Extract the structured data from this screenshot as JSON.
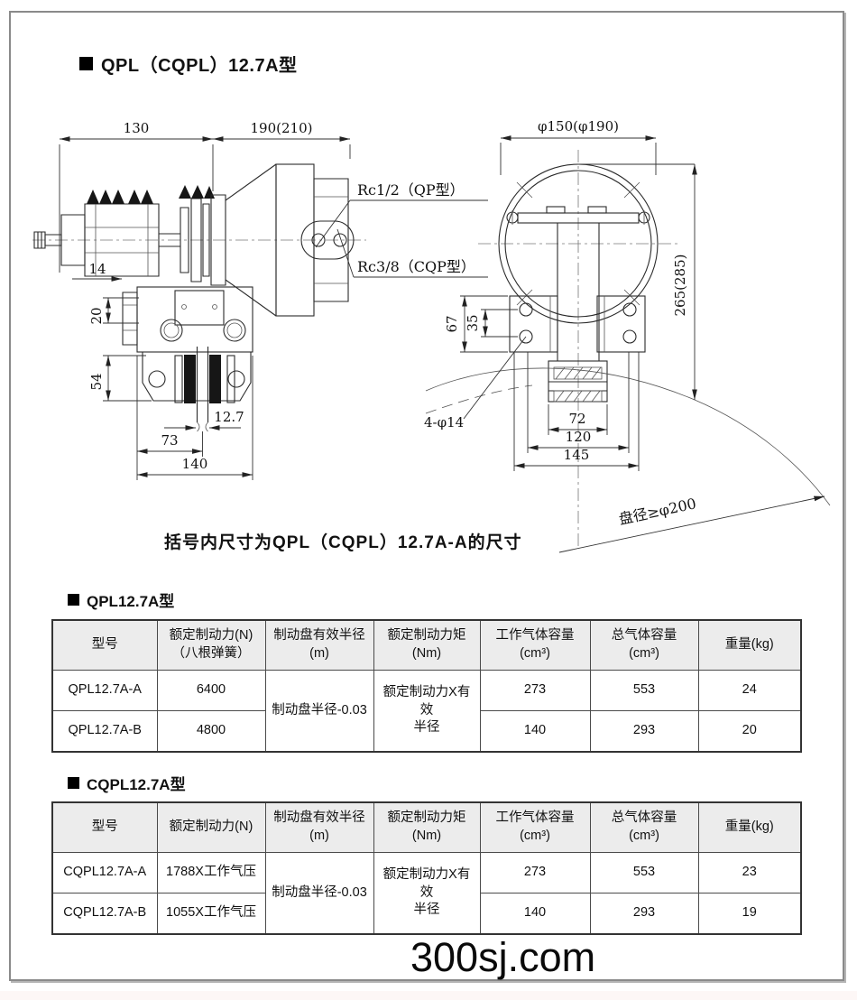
{
  "page": {
    "title": "QPL（CQPL）12.7A型",
    "note": "括号内尺寸为QPL（CQPL）12.7A-A的尺寸",
    "watermark": "300sj.com"
  },
  "drawing_side": {
    "dim_130": "130",
    "dim_190": "190(210)",
    "dim_14": "14",
    "dim_20": "20",
    "dim_54": "54",
    "dim_127": "12.7",
    "dim_73": "73",
    "dim_140": "140",
    "label_rc12": "Rc1/2（QP型）",
    "label_rc38": "Rc3/8（CQP型）"
  },
  "drawing_front": {
    "dim_d150": "φ150(φ190)",
    "dim_265": "265(285)",
    "dim_67": "67",
    "dim_35": "35",
    "dim_72": "72",
    "dim_120": "120",
    "dim_145": "145",
    "label_holes": "4-φ14",
    "label_disc": "盘径≥φ200"
  },
  "table_qpl": {
    "section_title": "QPL12.7A型",
    "headers": {
      "model": "型号",
      "force": "额定制动力(N)\n（八根弹簧）",
      "radius": "制动盘有效半径\n(m)",
      "torque": "额定制动力矩\n(Nm)",
      "work_volume": "工作气体容量\n(cm³)",
      "total_volume": "总气体容量\n(cm³)",
      "weight": "重量(kg)"
    },
    "radius_value": "制动盘半径-0.03",
    "torque_value": "额定制动力X有效\n半径",
    "rows": [
      {
        "model": "QPL12.7A-A",
        "force": "6400",
        "work_volume": "273",
        "total_volume": "553",
        "weight": "24"
      },
      {
        "model": "QPL12.7A-B",
        "force": "4800",
        "work_volume": "140",
        "total_volume": "293",
        "weight": "20"
      }
    ]
  },
  "table_cqpl": {
    "section_title": "CQPL12.7A型",
    "headers": {
      "model": "型号",
      "force": "额定制动力(N)",
      "radius": "制动盘有效半径\n(m)",
      "torque": "额定制动力矩\n(Nm)",
      "work_volume": "工作气体容量\n(cm³)",
      "total_volume": "总气体容量\n(cm³)",
      "weight": "重量(kg)"
    },
    "radius_value": "制动盘半径-0.03",
    "torque_value": "额定制动力X有效\n半径",
    "rows": [
      {
        "model": "CQPL12.7A-A",
        "force": "1788X工作气压",
        "work_volume": "273",
        "total_volume": "553",
        "weight": "23"
      },
      {
        "model": "CQPL12.7A-B",
        "force": "1055X工作气压",
        "work_volume": "140",
        "total_volume": "293",
        "weight": "19"
      }
    ]
  }
}
